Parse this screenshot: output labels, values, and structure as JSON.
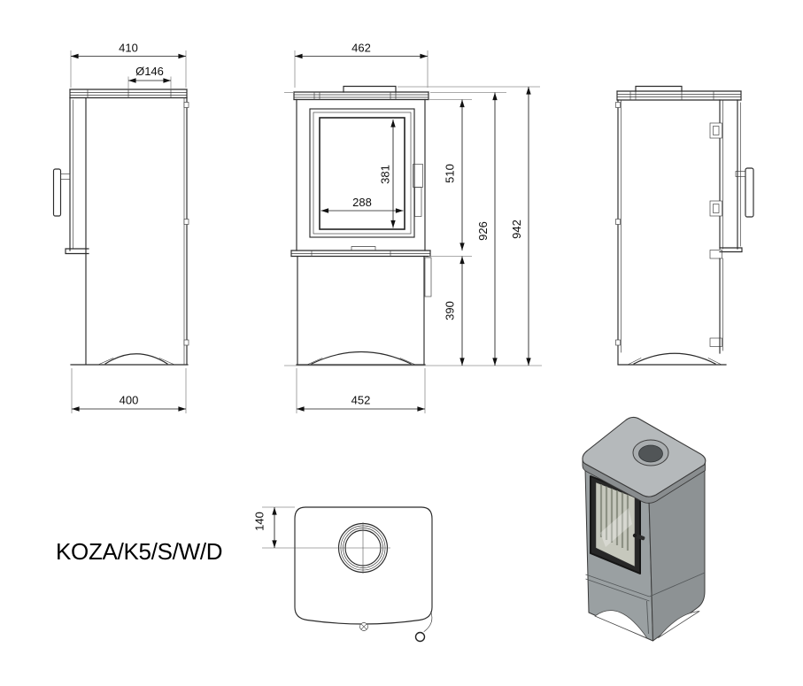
{
  "model_label": "KOZA/K5/S/W/D",
  "views": {
    "left_side": {
      "dim_top_width": "410",
      "dim_flue_diameter": "Ø146",
      "dim_base_width": "400"
    },
    "front": {
      "dim_top_width": "462",
      "dim_glass_height": "381",
      "dim_glass_width": "288",
      "dim_firebox_height": "510",
      "dim_body_height": "926",
      "dim_total_height": "942",
      "dim_base_height": "390",
      "dim_base_width": "452"
    },
    "top": {
      "dim_flue_offset": "140"
    }
  },
  "colors": {
    "line": "#2b2b2b",
    "background": "#ffffff",
    "render_body": "#939798",
    "render_top_plate": "#b5b9bb"
  }
}
